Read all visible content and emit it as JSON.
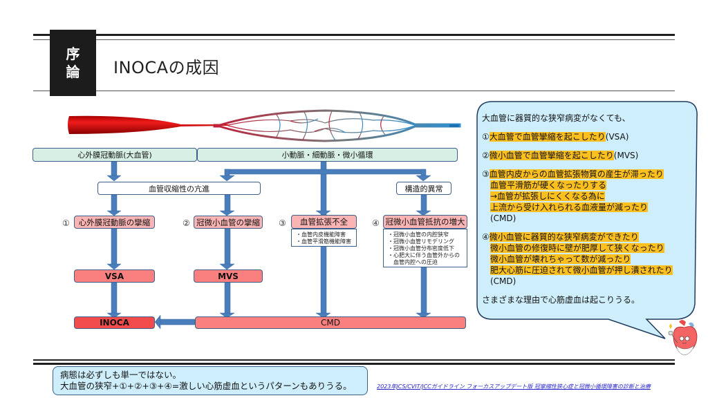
{
  "header": {
    "section_tag": [
      "序",
      "論"
    ],
    "title": "INOCAの成因"
  },
  "diagram": {
    "vessel_image": "blood-vessel-illustration",
    "categories": {
      "large_vessel": "心外膜冠動脈(大血管)",
      "micro": "小動脈・細動脈・微小循環"
    },
    "mid_nodes": {
      "vasoconstriction": "血管収縮性の亢進",
      "structural": "構造的異常"
    },
    "mechanisms": [
      {
        "number": "①",
        "label": "心外膜冠動脈の攣縮"
      },
      {
        "number": "②",
        "label": "冠微小血管の攣縮"
      },
      {
        "number": "③",
        "label": "血管拡張不全",
        "details": [
          "・血管内皮機能障害",
          "・血管平滑筋機能障害"
        ]
      },
      {
        "number": "④",
        "label": "冠微小血管抵抗の増大",
        "details": [
          "・冠微小血管の内腔狭窄",
          "・冠微小血管リモデリング",
          "・冠微小血管分布密度低下",
          "・心肥大に伴う血管外からの",
          "　血管内腔への圧迫"
        ]
      }
    ],
    "outcomes": {
      "vsa": "VSA",
      "mvs": "MVS",
      "inoca": "INOCA",
      "cmd": "CMD"
    },
    "colors": {
      "arrow": "#4a7ebb",
      "green_box": "#d7efe4",
      "pink_box": "#fbb4b4",
      "salmon_box": "#fa7f7f",
      "red_box": "#f24b4b",
      "bubble": "#cdeefa",
      "highlight": "#fbbf1f"
    }
  },
  "bubble": {
    "intro": "大血管に器質的な狭窄病変がなくても、",
    "item1": {
      "num": "①",
      "highlight": "大血管で血管攣縮を起こしたり",
      "suffix": "(VSA)"
    },
    "item2": {
      "num": "②",
      "highlight": "微小血管で血管攣縮を起こしたり",
      "suffix": "(MVS)"
    },
    "item3": {
      "num": "③",
      "lines": [
        "血管内皮からの血管拡張物質の産生が滞ったり",
        "血管平滑筋が硬くなったりする",
        "→血管が拡張しにくくなる為に",
        "上流から受け入れられる血液量が減ったり"
      ],
      "suffix": "(CMD)"
    },
    "item4": {
      "num": "④",
      "lines": [
        "微小血管に器質的な狭窄病変ができたり",
        "微小血管の修復時に壁が肥厚して狭くなったり",
        "微小血管が壊れちゃって数が減ったり",
        "肥大心筋に圧迫されて微小血管が押し潰されたり"
      ],
      "suffix": "(CMD)"
    },
    "conclusion": "さまざまな理由で心筋虚血は起こりうる。"
  },
  "footer": {
    "note_line1": "病態は必ずしも単一ではない。",
    "note_line2": "大血管の狭窄+①+②+③+④=激しい心筋虚血というパターンもありうる。",
    "reference": "2023年JCS/CVIT/JCCガイドライン フォーカスアップデート版 冠攣縮性狭心症と冠微小循環障害の診断と治療"
  },
  "mascot": "heart-doctor-mascot"
}
